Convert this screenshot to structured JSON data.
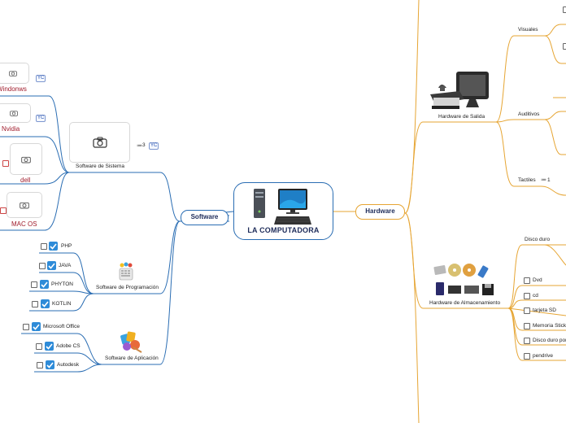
{
  "central": {
    "title": "LA COMPUTADORA"
  },
  "software": {
    "label": "Software",
    "sistema": {
      "label": "Software de Sistema",
      "badge_count": "3",
      "badge_tag": "YC",
      "items": [
        {
          "label": "Windonws",
          "tag": "YC"
        },
        {
          "label": "Nvidia",
          "tag": "YC"
        },
        {
          "label": "dell"
        },
        {
          "label": "MAC OS"
        }
      ]
    },
    "programacion": {
      "label": "Software de Programación",
      "items": [
        "PHP",
        "JAVA",
        "PHYTON",
        "KOTLIN"
      ]
    },
    "aplicacion": {
      "label": "Software de Aplicación",
      "items": [
        "Microsoft Office",
        "Adobe CS",
        "Autodesk"
      ]
    }
  },
  "hardware": {
    "label": "Hardware",
    "salida": {
      "label": "Hardware de Salida",
      "visuales": "Visuales",
      "auditivos": "Auditivos",
      "tactiles": "Tactiles",
      "tactiles_count": "1"
    },
    "almacenamiento": {
      "label": "Hardware de Almacenamiento",
      "items": [
        "Disco duro",
        "Dvd",
        "cd",
        "tarjeta SD",
        "Memoria Stick",
        "Disco duro port",
        "pendrive"
      ]
    }
  },
  "colors": {
    "software_line": "#2a6db3",
    "hardware_line": "#e6a533",
    "label_red": "#a01c2c",
    "check_blue": "#2e8bd8"
  }
}
